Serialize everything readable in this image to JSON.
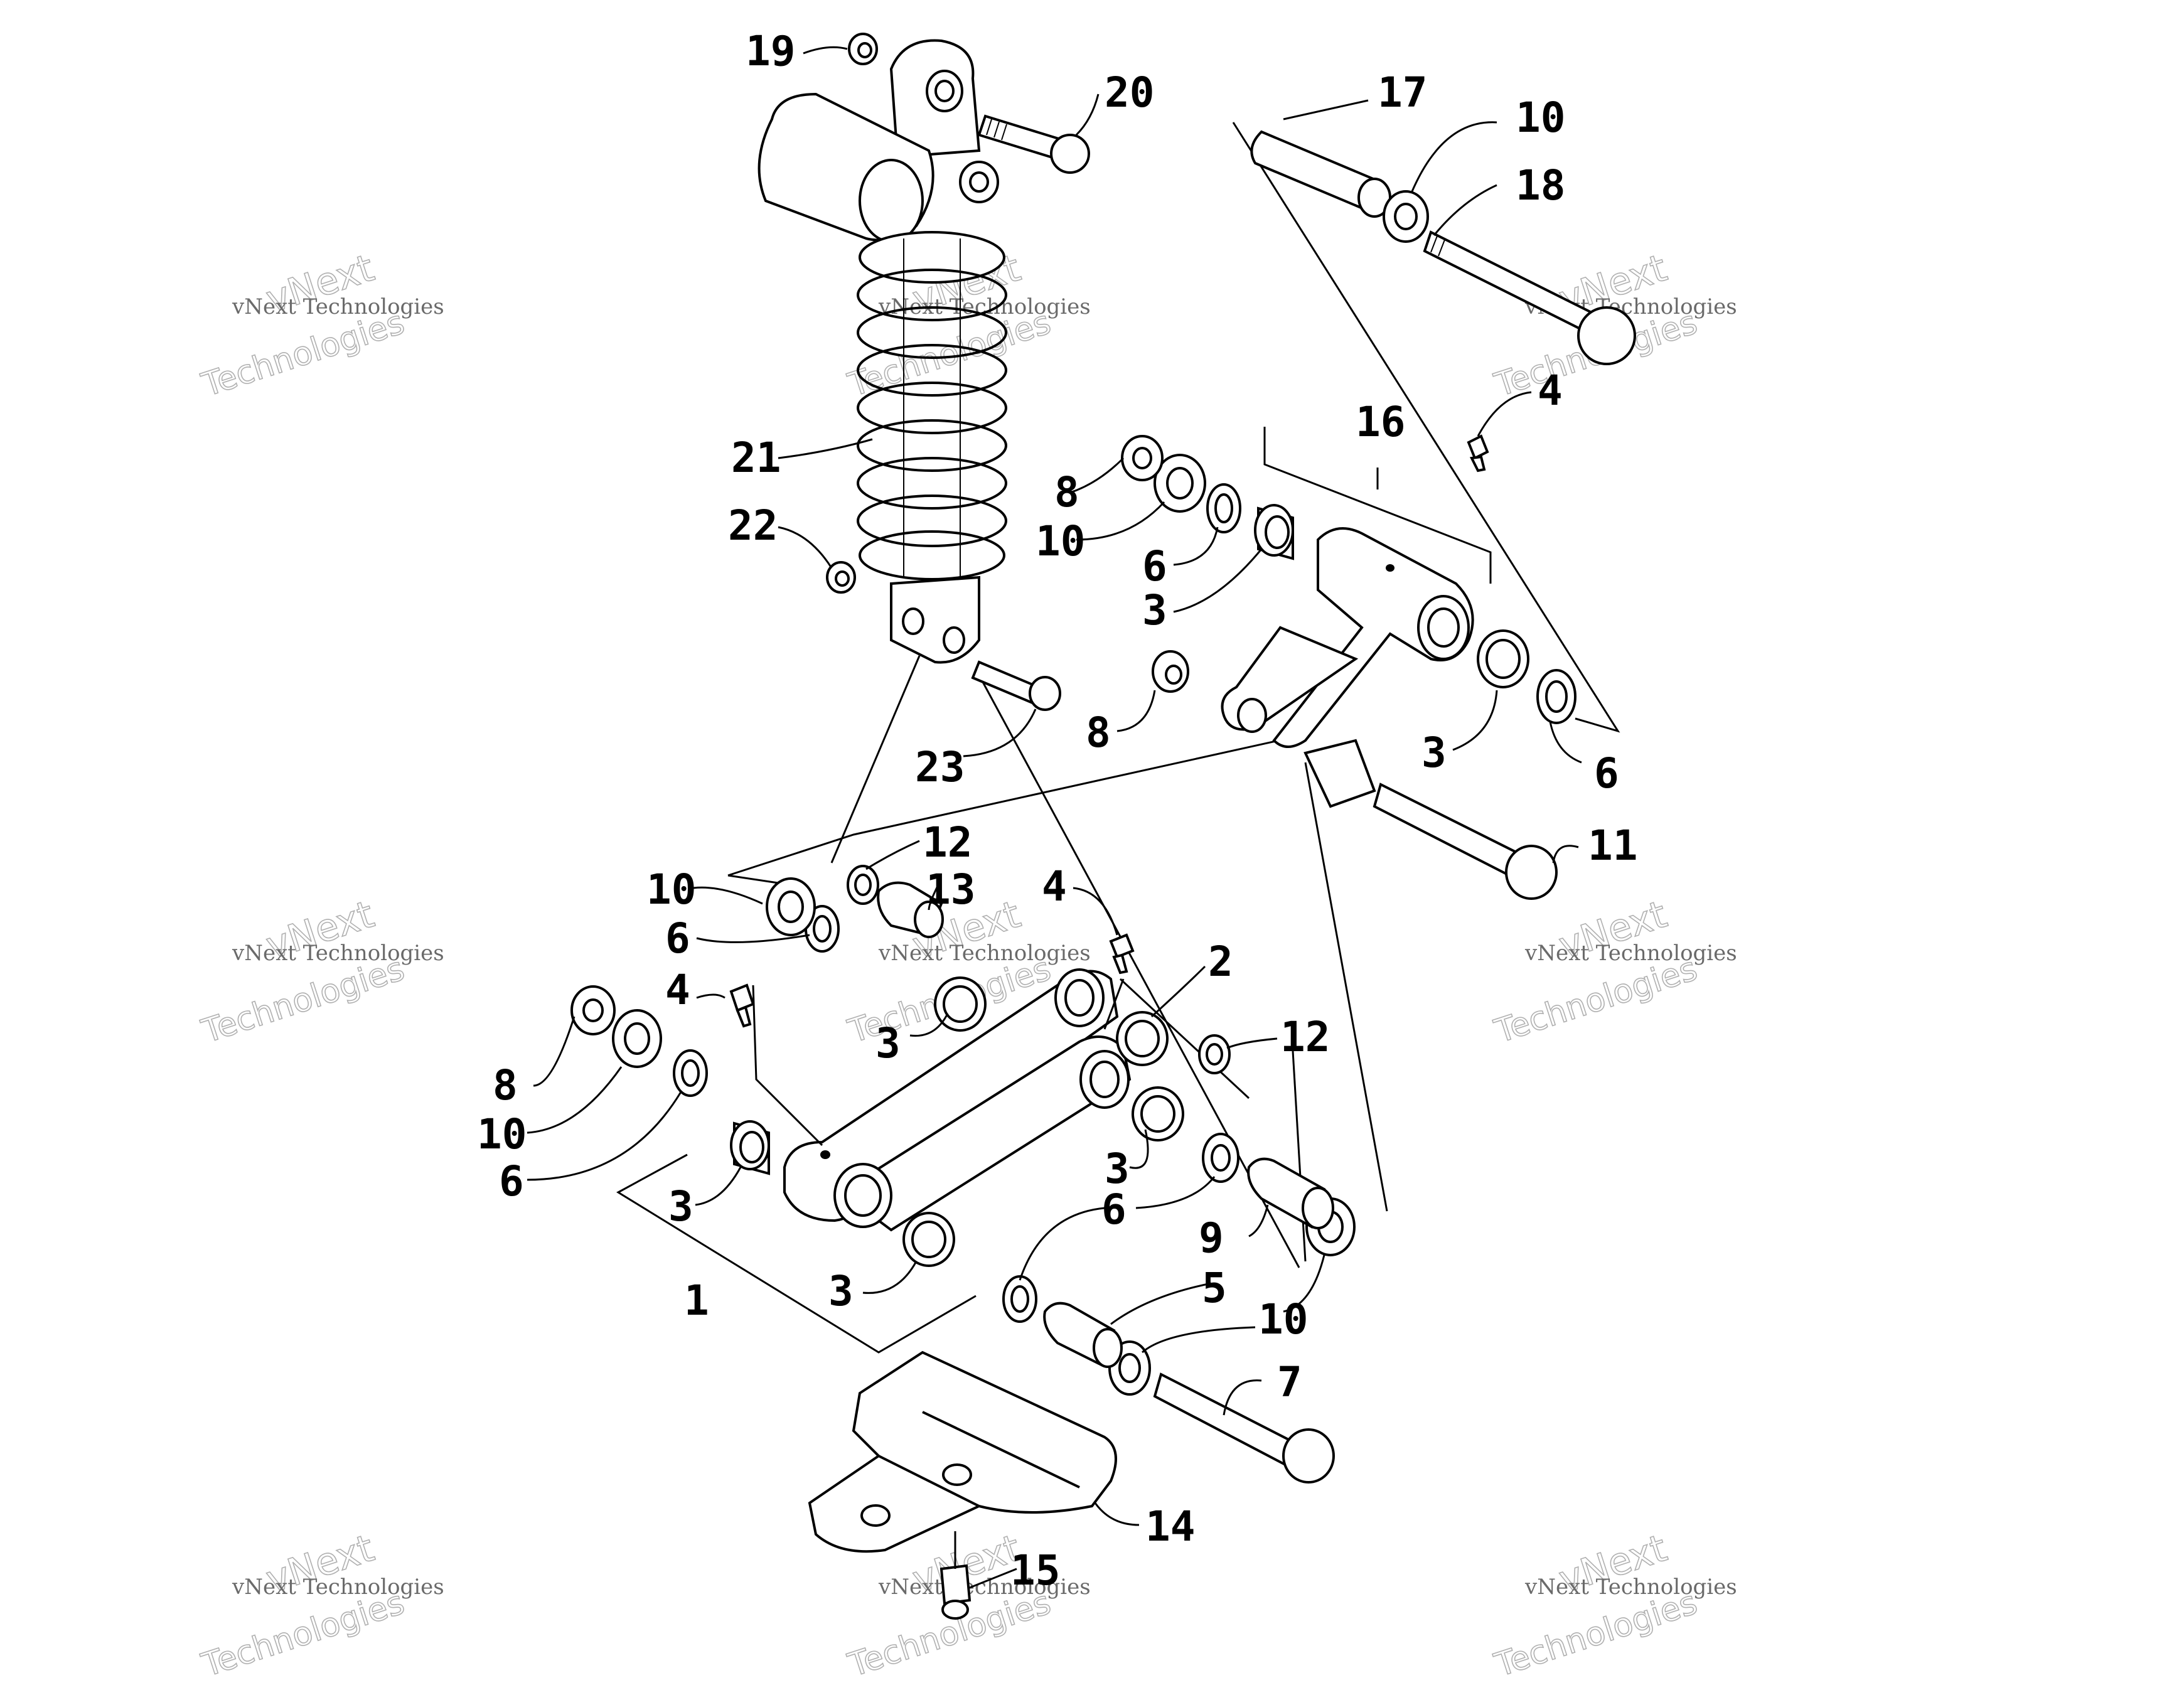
{
  "diagram": {
    "callouts": [
      "1",
      "2",
      "3",
      "4",
      "5",
      "6",
      "7",
      "8",
      "9",
      "10",
      "11",
      "12",
      "13",
      "14",
      "15",
      "16",
      "17",
      "18",
      "19",
      "20",
      "21",
      "22",
      "23"
    ],
    "watermark": {
      "line1": "vNext Technologies",
      "line2": "vNext",
      "line3": "Technologies"
    }
  }
}
